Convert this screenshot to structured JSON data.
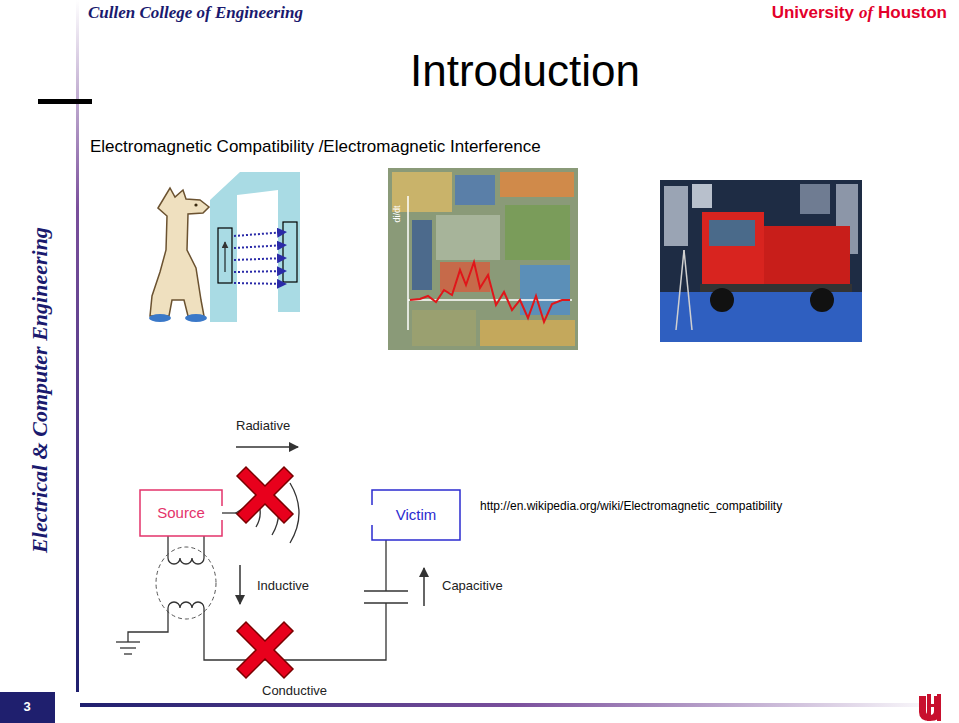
{
  "diagram": {
    "title": "Introduction",
    "nodes": [
      {
        "text": [
          "Source"
        ]
      },
      {
        "text": [
          "Victim"
        ]
      }
    ],
    "labels": [
      "Cullen College of Engineering",
      "University",
      "of",
      "Houston",
      "Electrical & Computer Engineering",
      "Electromagnetic Compatibility /Electromagnetic Interference",
      "di/dt",
      "Radiative",
      "Inductive",
      "Capacitive",
      "Conductive",
      "http://en.wikipedia.org/wiki/Electromagnetic_compatibility",
      "3"
    ]
  }
}
